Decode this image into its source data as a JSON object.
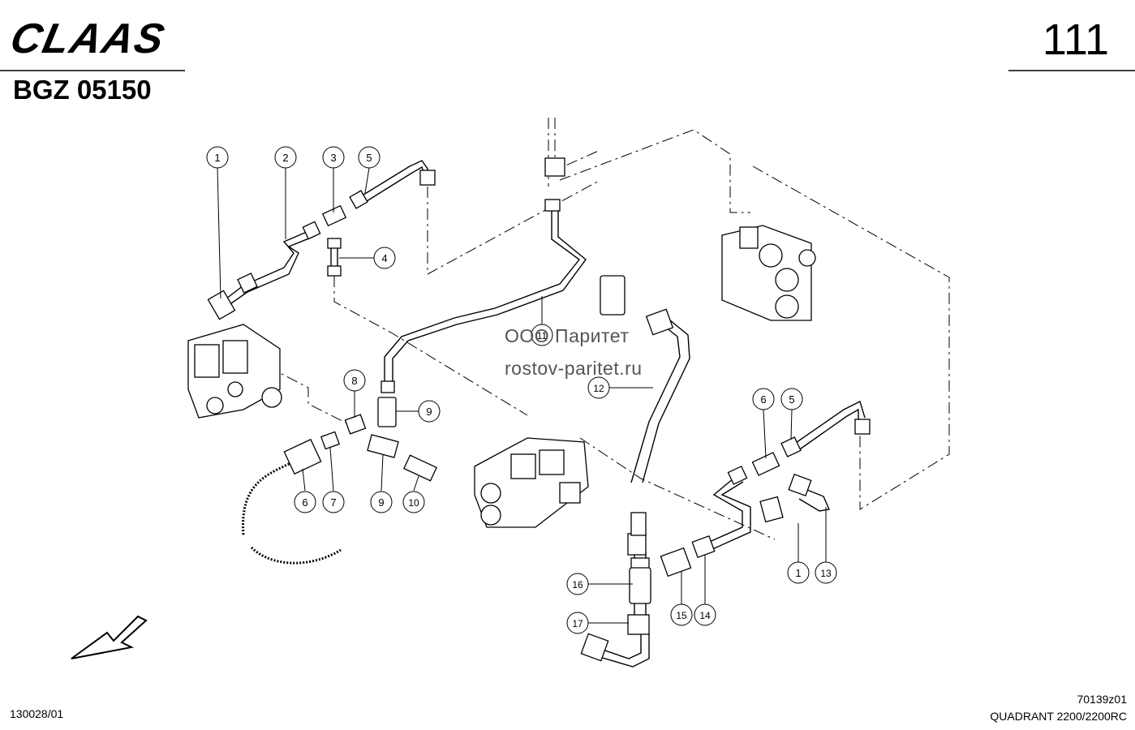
{
  "header": {
    "brand": "CLAAS",
    "doc_number": "BGZ 05150",
    "page_number": "111"
  },
  "watermark": {
    "line1": "ООО Паритет",
    "line2": "rostov-paritet.ru"
  },
  "footer": {
    "left_code": "130028/01",
    "drawing_ref": "70139z01",
    "model": "QUADRANT 2200/2200RC"
  },
  "callouts": [
    "1",
    "2",
    "3",
    "5",
    "4",
    "8",
    "9",
    "6",
    "7",
    "9",
    "10",
    "11",
    "12",
    "6",
    "5",
    "1",
    "13",
    "16",
    "15",
    "14",
    "17"
  ]
}
